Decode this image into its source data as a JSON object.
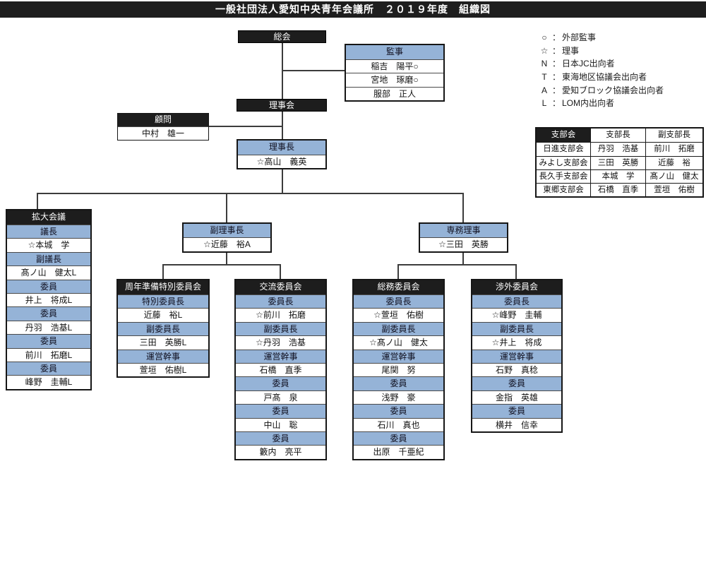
{
  "title": "一般社団法人愛知中央青年会議所　２０１９年度　組織図",
  "colors": {
    "accent_blue": "#95b3d7",
    "header_black": "#1d1d1d",
    "connector_line": "#3c3c3c"
  },
  "legend": {
    "items": [
      {
        "symbol": "○",
        "separator": "：",
        "label": "外部監事"
      },
      {
        "symbol": "☆",
        "separator": "：",
        "label": "理事"
      },
      {
        "symbol": "N",
        "separator": "：",
        "label": "日本JC出向者"
      },
      {
        "symbol": "T",
        "separator": "：",
        "label": "東海地区協議会出向者"
      },
      {
        "symbol": "A",
        "separator": "：",
        "label": "愛知ブロック協議会出向者"
      },
      {
        "symbol": "L",
        "separator": "：",
        "label": "LOM内出向者"
      }
    ]
  },
  "org": {
    "soukai": "総会",
    "rijikai": "理事会",
    "kanji": {
      "title": "監事",
      "members": [
        "稲吉　陽平○",
        "宮地　琢磨○",
        "服部　正人"
      ]
    },
    "komon": {
      "title": "顧問",
      "members": [
        "中村　雄一"
      ]
    },
    "rijicho": {
      "title": "理事長",
      "members": [
        "☆高山　義英"
      ]
    },
    "fuku_rijicho": {
      "title": "副理事長",
      "members": [
        "☆近藤　裕A"
      ]
    },
    "senmu_riji": {
      "title": "専務理事",
      "members": [
        "☆三田　英勝"
      ]
    },
    "kakudai_kaigi": {
      "title": "拡大会議",
      "rows": [
        {
          "role": "議長",
          "name": "☆本城　学"
        },
        {
          "role": "副議長",
          "name": "髙ノ山　健太L"
        },
        {
          "role": "委員",
          "name": "井上　将成L"
        },
        {
          "role": "委員",
          "name": "丹羽　浩基L"
        },
        {
          "role": "委員",
          "name": "前川　拓磨L"
        },
        {
          "role": "委員",
          "name": "峰野　圭輔L"
        }
      ]
    },
    "committees": [
      {
        "title": "周年準備特別委員会",
        "rows": [
          {
            "role": "特別委員長",
            "name": "近藤　裕L"
          },
          {
            "role": "副委員長",
            "name": "三田　英勝L"
          },
          {
            "role": "運営幹事",
            "name": "萱垣　佑樹L"
          }
        ]
      },
      {
        "title": "交流委員会",
        "rows": [
          {
            "role": "委員長",
            "name": "☆前川　拓磨"
          },
          {
            "role": "副委員長",
            "name": "☆丹羽　浩基"
          },
          {
            "role": "運営幹事",
            "name": "石橋　直季"
          },
          {
            "role": "委員",
            "name": "戸髙　泉"
          },
          {
            "role": "委員",
            "name": "中山　聡"
          },
          {
            "role": "委員",
            "name": "籔内　亮平"
          }
        ]
      },
      {
        "title": "総務委員会",
        "rows": [
          {
            "role": "委員長",
            "name": "☆萱垣　佑樹"
          },
          {
            "role": "副委員長",
            "name": "☆髙ノ山　健太"
          },
          {
            "role": "運営幹事",
            "name": "尾関　努"
          },
          {
            "role": "委員",
            "name": "浅野　豪"
          },
          {
            "role": "委員",
            "name": "石川　真也"
          },
          {
            "role": "委員",
            "name": "出原　千亜紀"
          }
        ]
      },
      {
        "title": "渉外委員会",
        "rows": [
          {
            "role": "委員長",
            "name": "☆峰野　圭輔"
          },
          {
            "role": "副委員長",
            "name": "☆井上　将成"
          },
          {
            "role": "運営幹事",
            "name": "石野　真稔"
          },
          {
            "role": "委員",
            "name": "金指　英雄"
          },
          {
            "role": "委員",
            "name": "横井　信幸"
          }
        ]
      }
    ]
  },
  "branch_table": {
    "headers": [
      "支部会",
      "支部長",
      "副支部長"
    ],
    "rows": [
      [
        "日進支部会",
        "丹羽　浩基",
        "前川　拓磨"
      ],
      [
        "みよし支部会",
        "三田　英勝",
        "近藤　裕"
      ],
      [
        "長久手支部会",
        "本城　学",
        "髙ノ山　健太"
      ],
      [
        "東郷支部会",
        "石橋　直季",
        "萱垣　佑樹"
      ]
    ]
  }
}
